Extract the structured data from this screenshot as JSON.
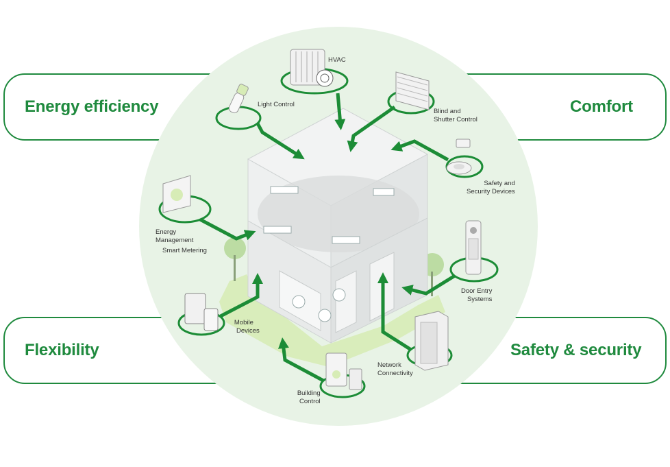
{
  "colors": {
    "brand_green": "#1f8a3e",
    "arrow_green": "#1c8c36",
    "circle_fill": "#e8f3e6",
    "building_gray": "#e4e6e6",
    "path_green": "#c9e6a0"
  },
  "benefits": {
    "energy_efficiency": "Energy efficiency",
    "comfort": "Comfort",
    "flexibility": "Flexibility",
    "safety_security": "Safety & security"
  },
  "devices": {
    "hvac": {
      "line1": "HVAC",
      "icon": "radiator-icon"
    },
    "light_control": {
      "line1": "Light Control",
      "icon": "light-bulb-icon"
    },
    "blind": {
      "line1": "Blind and",
      "line2": "Shutter Control",
      "icon": "window-blind-icon"
    },
    "safety_devices": {
      "line1": "Safety and",
      "line2": "Security Devices",
      "icon": "security-camera-icon"
    },
    "energy_mgmt": {
      "line1": "Energy",
      "line2": "Management",
      "line3": "Smart Metering",
      "icon": "energy-monitor-icon"
    },
    "door_entry": {
      "line1": "Door Entry",
      "line2": "Systems",
      "icon": "intercom-icon"
    },
    "mobile": {
      "line1": "Mobile",
      "line2": "Devices",
      "icon": "tablet-phone-icon"
    },
    "network": {
      "line1": "Network",
      "line2": "Connectivity",
      "icon": "network-cabinet-icon"
    },
    "building_control": {
      "line1": "Building",
      "line2": "Control",
      "icon": "control-panel-icon"
    }
  }
}
